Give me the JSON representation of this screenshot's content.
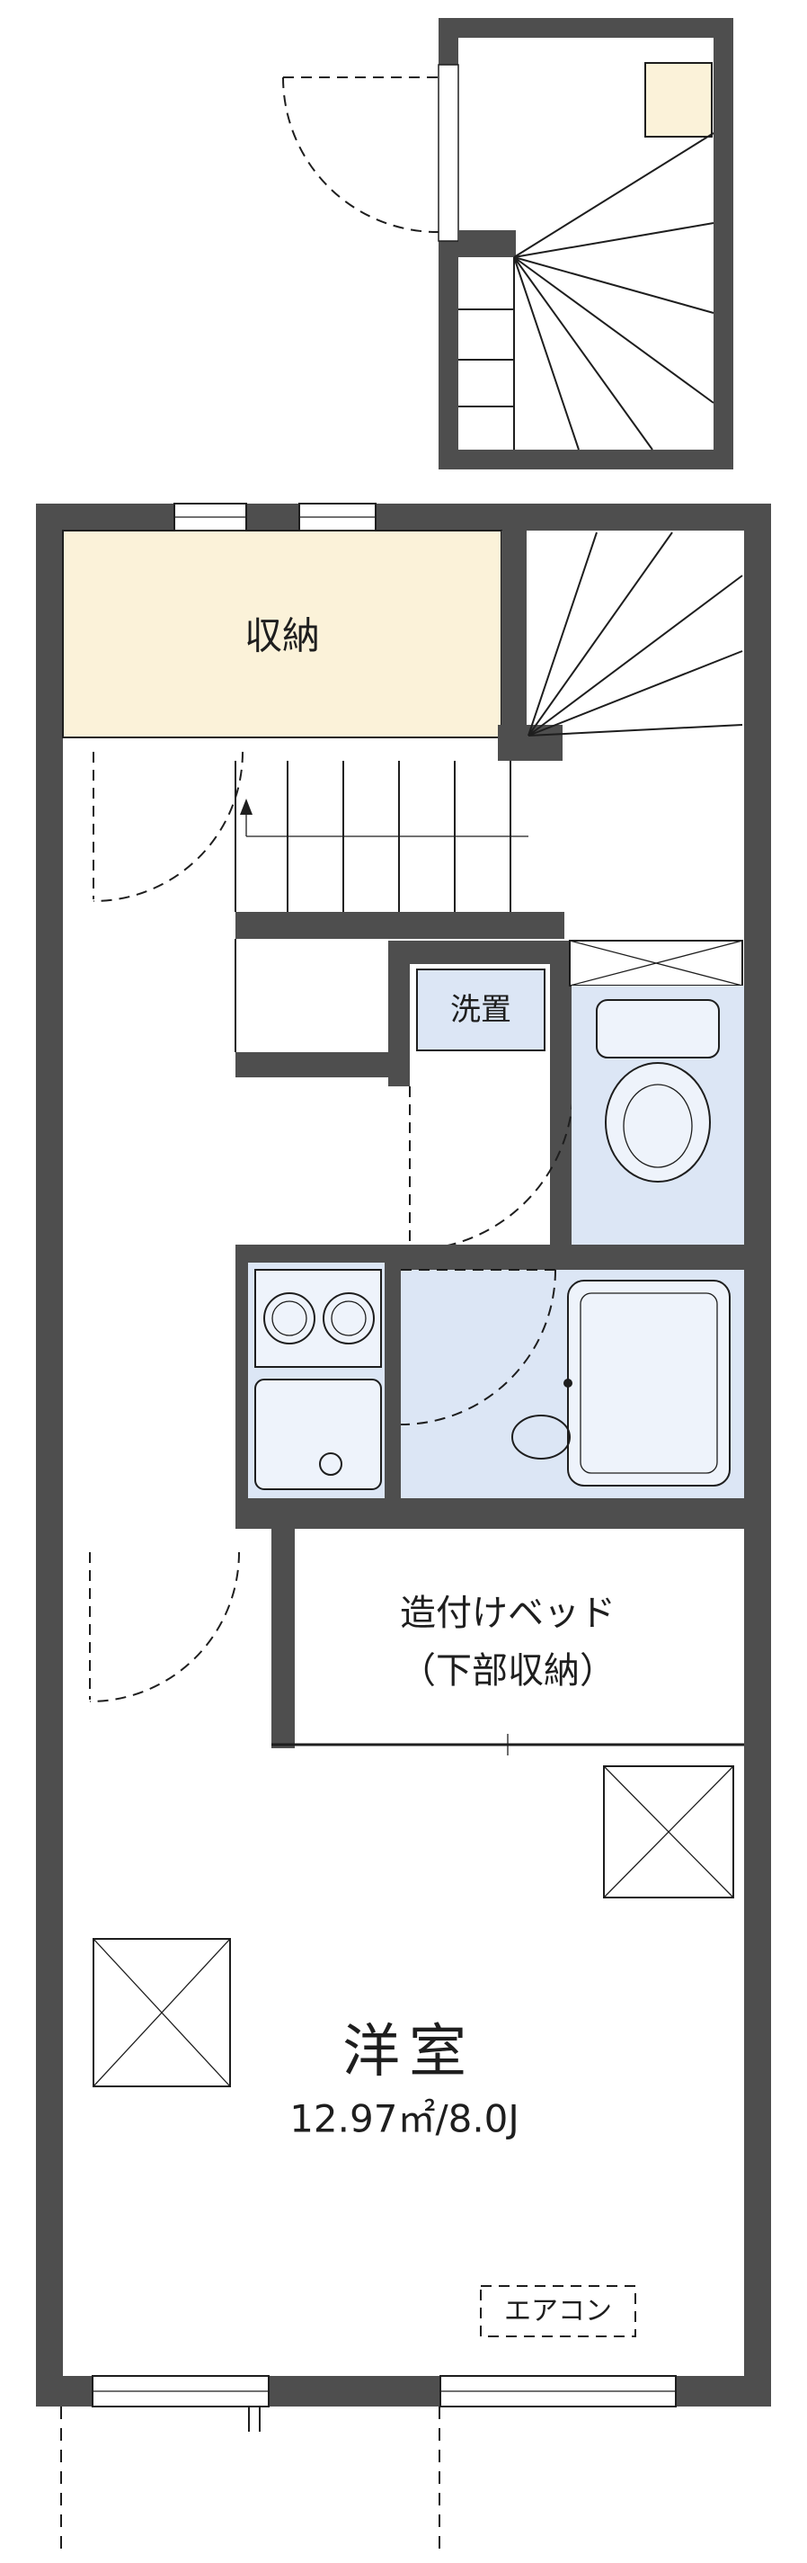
{
  "floorplan": {
    "colors": {
      "wall": "#4e4e4e",
      "line": "#1e1e1e",
      "closet_fill": "#fbf2d9",
      "water_fill": "#dce6f5",
      "fixture_fill": "#eef3fb",
      "background": "#ffffff"
    },
    "labels": {
      "closet": "収納",
      "laundry": "洗置",
      "bed_line1": "造付けベッド",
      "bed_line2": "（下部収納）",
      "room_name": "洋室",
      "room_area": "12.97㎡/8.0J",
      "aircon": "エアコン"
    }
  }
}
